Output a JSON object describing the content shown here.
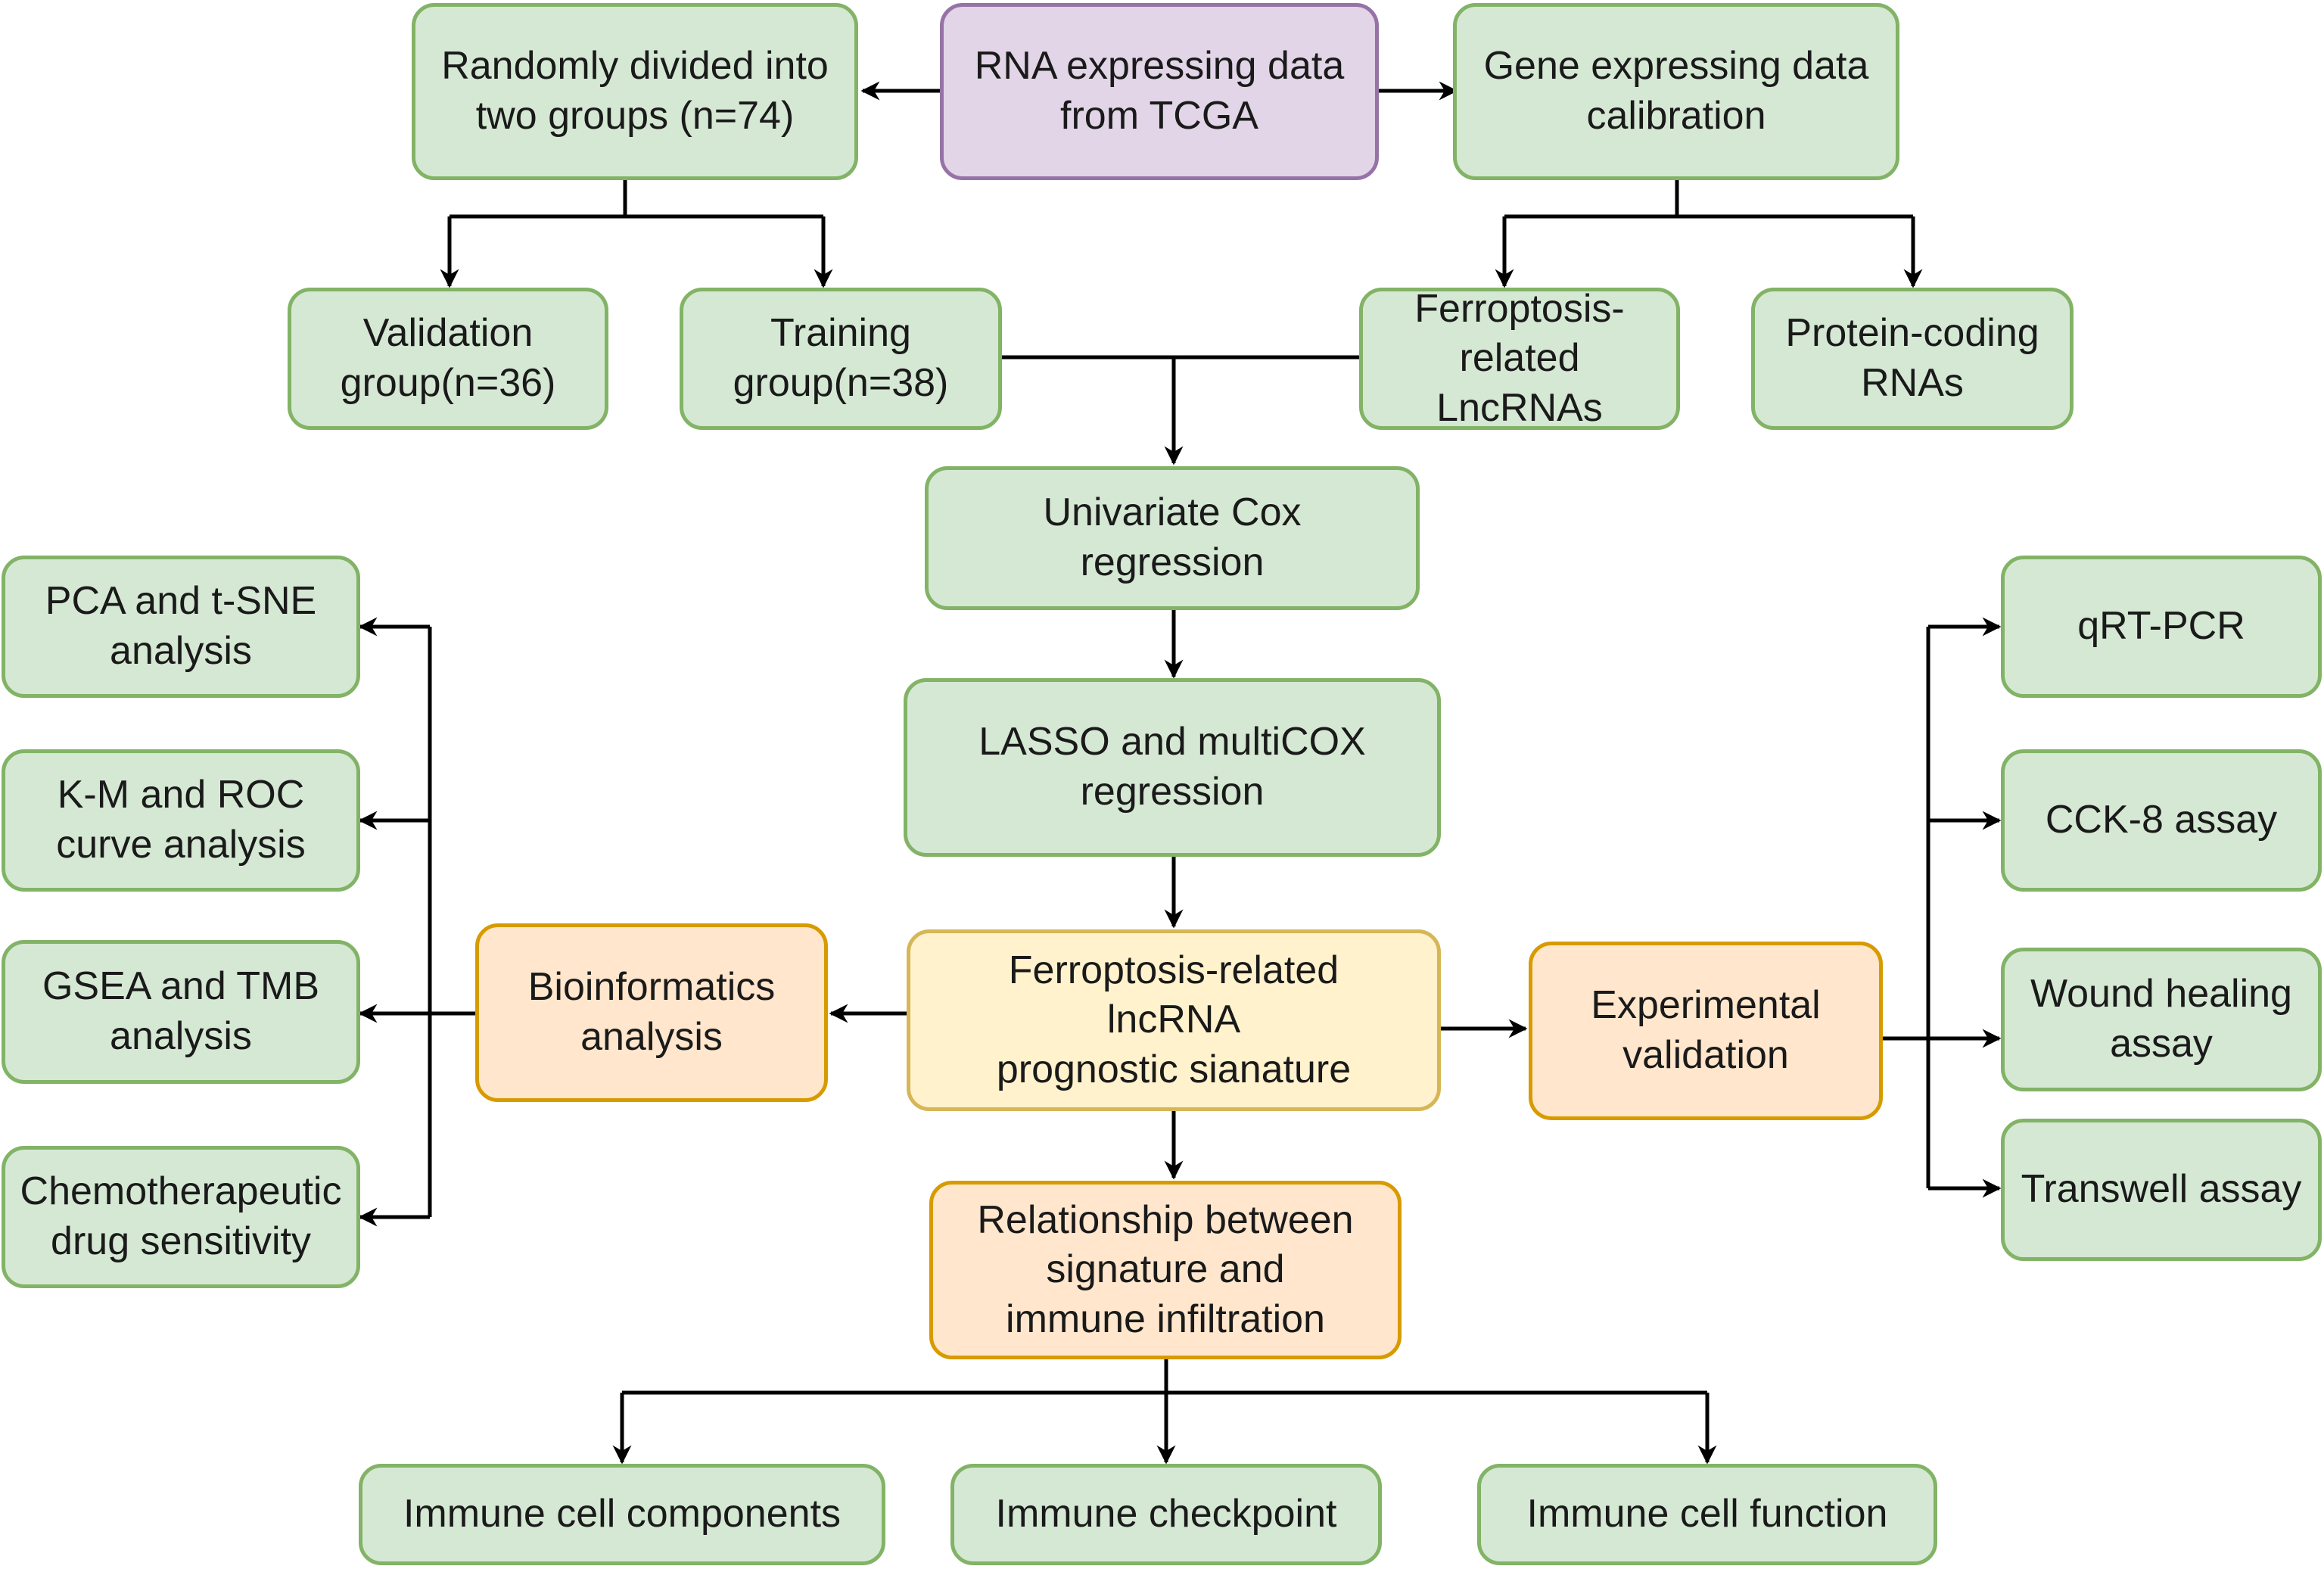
{
  "colors": {
    "green_fill": "#d5e8d4",
    "green_stroke": "#82b366",
    "purple_fill": "#e1d5e7",
    "purple_stroke": "#9673a6",
    "orange_fill": "#ffe6cc",
    "orange_stroke": "#d79b00",
    "yellow_fill": "#fff2cc",
    "yellow_stroke": "#d6b656",
    "connector": "#000000"
  },
  "nodes": {
    "rna_data": "RNA expressing data\nfrom TCGA",
    "random_groups": "Randomly divided into\ntwo groups (n=74)",
    "gene_calibration": "Gene expressing data\ncalibration",
    "validation_group": "Validation\ngroup(n=36)",
    "training_group": "Training\ngroup(n=38)",
    "ferroptosis_lncrnas": "Ferroptosis-\nrelated\nLncRNAs",
    "protein_coding": "Protein-coding\nRNAs",
    "univariate_cox": "Univariate Cox\nregression",
    "lasso_multicox": "LASSO and multiCOX\nregression",
    "signature": "Ferroptosis-related\nlncRNA\nprognostic sianature",
    "bioinformatics": "Bioinformatics\nanalysis",
    "experimental": "Experimental\nvalidation",
    "immune_relationship": "Relationship between\nsignature  and\nimmune infiltration",
    "pca_tsne": "PCA and t-SNE\nanalysis",
    "km_roc": "K-M and ROC\ncurve analysis",
    "gsea_tmb": "GSEA and TMB\nanalysis",
    "chemo": "Chemotherapeutic\ndrug sensitivity",
    "qrt_pcr": "qRT-PCR",
    "cck8": "CCK-8 assay",
    "wound": "Wound healing\nassay",
    "transwell": "Transwell assay",
    "immune_components": "Immune cell components",
    "immune_checkpoint": "Immune checkpoint",
    "immune_function": "Immune cell function"
  }
}
